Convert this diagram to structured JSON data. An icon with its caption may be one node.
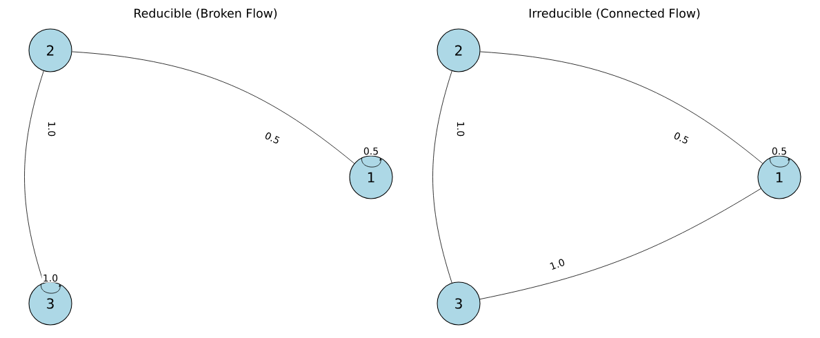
{
  "diagram": {
    "nodes": [
      {
        "text": [
          "2"
        ]
      },
      {
        "text": [
          "1"
        ]
      },
      {
        "text": [
          "3"
        ]
      },
      {
        "text": [
          "2"
        ]
      },
      {
        "text": [
          "1"
        ]
      },
      {
        "text": [
          "3"
        ]
      }
    ],
    "edges": [
      {
        "from": 0,
        "to": 1,
        "arrow": "none",
        "label": "0.5"
      },
      {
        "from": 0,
        "to": 2,
        "arrow": "none",
        "label": "1.0"
      },
      {
        "from": 1,
        "to": 1,
        "arrow": "to",
        "label": "0.5"
      },
      {
        "from": 2,
        "to": 2,
        "arrow": "to",
        "label": "1.0"
      },
      {
        "from": 3,
        "to": 4,
        "arrow": "none",
        "label": "0.5"
      },
      {
        "from": 3,
        "to": 5,
        "arrow": "none",
        "label": "1.0"
      },
      {
        "from": 4,
        "to": 4,
        "arrow": "to",
        "label": "0.5"
      },
      {
        "from": 5,
        "to": 4,
        "arrow": "none",
        "label": "1.0"
      }
    ],
    "labels": [
      "Reducible (Broken Flow)",
      "Irreducible (Connected Flow)"
    ]
  }
}
